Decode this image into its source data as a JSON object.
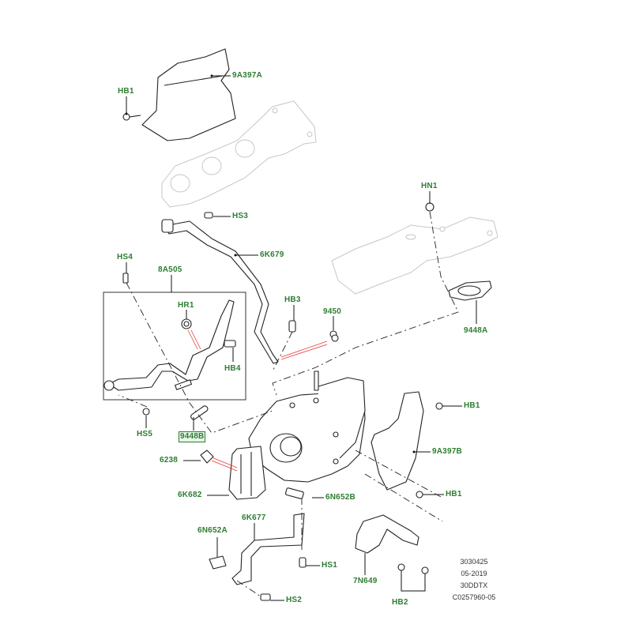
{
  "diagram": {
    "title": "Turbocharger assembly exploded parts diagram",
    "label_color": "#2e7d32",
    "callouts": {
      "hb1_top": "HB1",
      "p9a397a": "9A397A",
      "hs3": "HS3",
      "p6k679": "6K679",
      "hs4": "HS4",
      "p8a505": "8A505",
      "hr1": "HR1",
      "hb4": "HB4",
      "hs5": "HS5",
      "p9448b": "9448B",
      "hb3": "HB3",
      "p9450": "9450",
      "hn1": "HN1",
      "p9448a": "9448A",
      "hb1_right_top": "HB1",
      "p9a397b": "9A397B",
      "hb1_right_bottom": "HB1",
      "p6238": "6238",
      "p6k682": "6K682",
      "p6n652b": "6N652B",
      "p6k677": "6K677",
      "p6n652a": "6N652A",
      "hs1": "HS1",
      "p7n649": "7N649",
      "hs2": "HS2",
      "hb2": "HB2"
    },
    "reference": {
      "line1": "3030425",
      "line2": "05-2019",
      "line3": "30DDTX",
      "line4": "C0257960-05"
    }
  }
}
